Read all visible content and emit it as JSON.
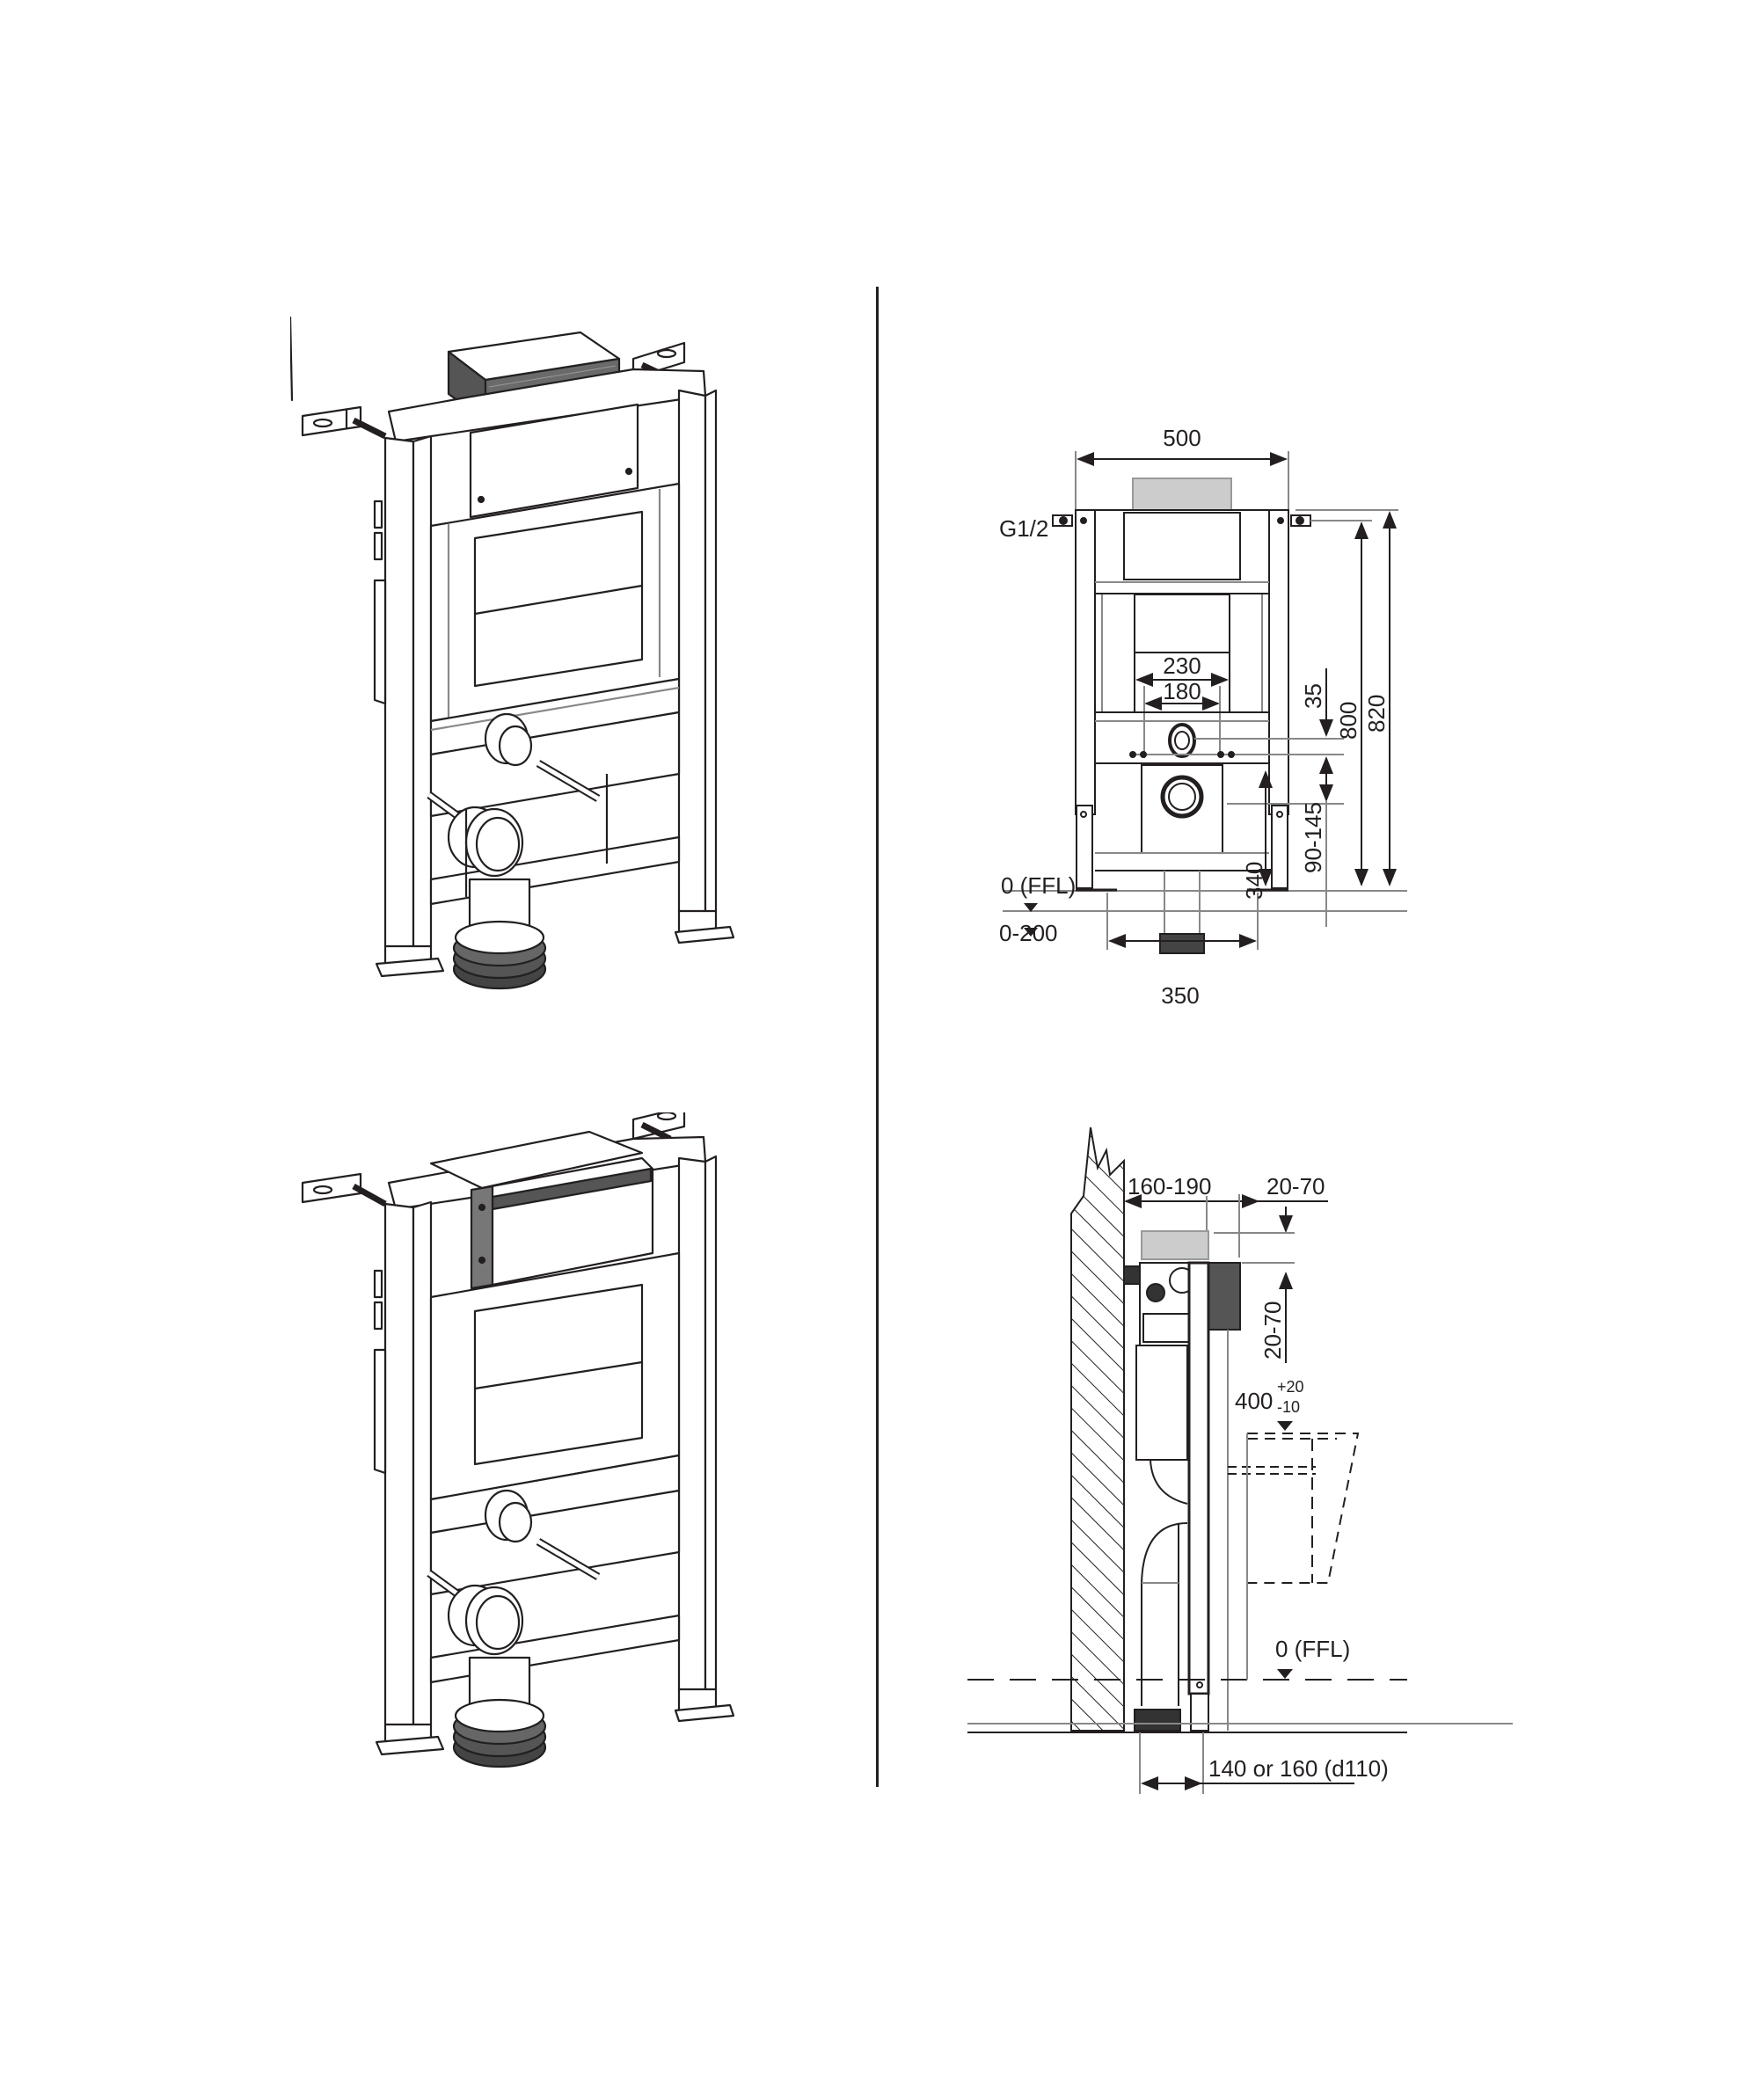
{
  "page": {
    "background": "#ffffff",
    "line_color": "#231f20",
    "light_line_color": "#9a9a9a"
  },
  "isometric_views": [
    {
      "id": "frame-with-cistern-box-top",
      "description": "Isometric view of WC installation frame with cistern service box mounted on top"
    },
    {
      "id": "frame-with-cistern-box-front",
      "description": "Isometric view of WC installation frame with cistern service box mounted at front"
    }
  ],
  "front_view": {
    "overall_width": "500",
    "water_inlet": "G1/2",
    "flush_plate_width_outer": "230",
    "flush_plate_width_inner": "180",
    "dim_35": "35",
    "dim_800": "800",
    "dim_820": "820",
    "dim_90_145": "90-145",
    "dim_340": "340",
    "finished_floor_level": "0 (FFL)",
    "floor_adjust": "0-200",
    "foot_spacing": "350"
  },
  "side_view": {
    "wall_depth": "160-190",
    "box_projection": "20-70",
    "box_height_adjust": "20-70",
    "seat_height_main": "400",
    "seat_height_tol_plus": "+20",
    "seat_height_tol_minus": "-10",
    "finished_floor_level": "0 (FFL)",
    "outlet_distance": "140 or 160 (d110)"
  }
}
